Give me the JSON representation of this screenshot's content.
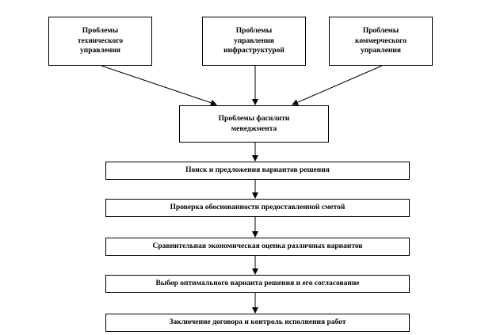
{
  "diagram": {
    "top_boxes": [
      {
        "label": "Проблемы\nтехнического\nуправления"
      },
      {
        "label": "Проблемы\nуправления\nинфраструктурой"
      },
      {
        "label": "Проблемы\nкоммерческого\nуправления"
      }
    ],
    "central_box": {
      "label": "Проблемы фасилити\nменеджмента"
    },
    "steps": [
      {
        "label": "Поиск и предложения вариантов решения"
      },
      {
        "label": "Проверка обоснованности предоставленной сметой"
      },
      {
        "label": "Сравнительная экономическая оценка различных вариантов"
      },
      {
        "label": "Выбор оптимального варианта решения и его согласование"
      },
      {
        "label": "Заключение договора и контроль исполнения работ"
      }
    ]
  }
}
